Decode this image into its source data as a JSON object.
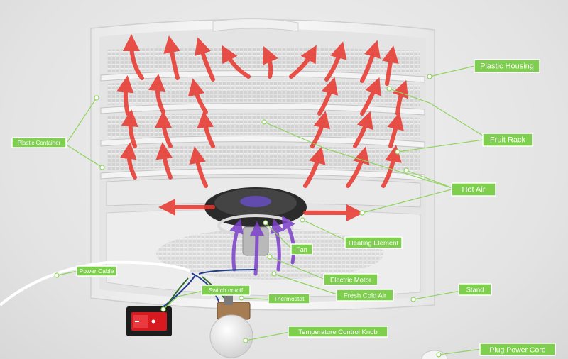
{
  "labels": {
    "plastic_housing": "Plastic Housing",
    "fruit_rack": "Fruit Rack",
    "hot_air": "Hot Air",
    "plastic_container": "Plastic Container",
    "heating_element": "Heating Element",
    "fan": "Fan",
    "electric_motor": "Electric Motor",
    "fresh_cold_air": "Fresh Cold Air",
    "stand": "Stand",
    "power_cable": "Power Cable",
    "switch_on_off": "Switch on/off",
    "thermostat": "Thermostat",
    "temperature_control_knob": "Temperature Control Knob",
    "plug_power_cord": "Plug Power Cord"
  },
  "colors": {
    "label_green": "#7fcf4e",
    "hot_air_red": "#e8352c",
    "cold_air_purple": "#7b3fc9",
    "housing_white": "#f7f7f7",
    "switch_red": "#d71920"
  }
}
